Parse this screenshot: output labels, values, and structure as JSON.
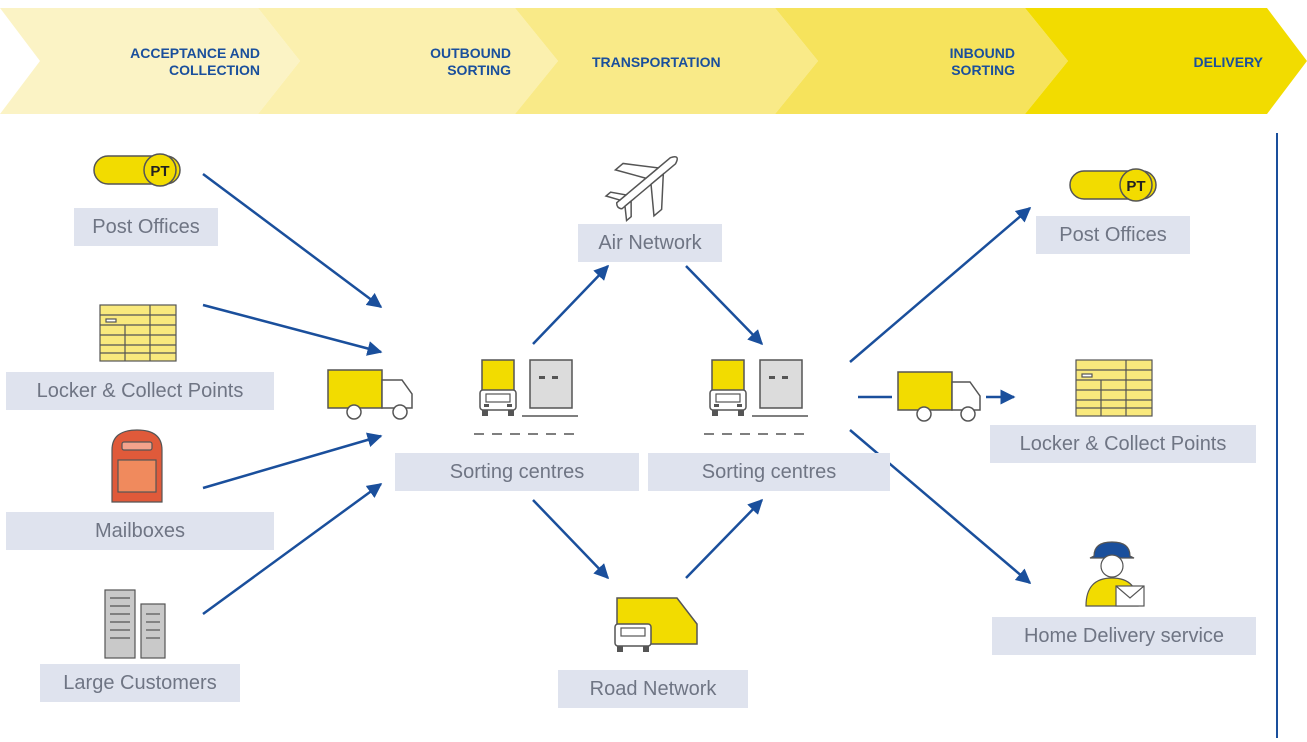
{
  "stages": [
    {
      "label": "ACCEPTANCE AND COLLECTION",
      "line1": "ACCEPTANCE AND",
      "line2": "COLLECTION",
      "color": "#fbf3c5"
    },
    {
      "label": "OUTBOUND SORTING",
      "line1": "OUTBOUND",
      "line2": "SORTING",
      "color": "#fbf0ae"
    },
    {
      "label": "TRANSPORTATION",
      "line1": "TRANSPORTATION",
      "line2": "",
      "color": "#f9ea88"
    },
    {
      "label": "INBOUND SORTING",
      "line1": "INBOUND",
      "line2": "SORTING",
      "color": "#f6e35c"
    },
    {
      "label": "DELIVERY",
      "line1": "DELIVERY",
      "line2": "",
      "color": "#f2dc00"
    }
  ],
  "sources": {
    "post_offices": "Post Offices",
    "lockers": "Locker & Collect Points",
    "mailboxes": "Mailboxes",
    "large_customers": "Large Customers"
  },
  "transport": {
    "sorting_centres_out": "Sorting centres",
    "air_network": "Air Network",
    "road_network": "Road Network",
    "sorting_centres_in": "Sorting centres"
  },
  "destinations": {
    "post_offices": "Post Offices",
    "lockers": "Locker & Collect Points",
    "home_delivery": "Home Delivery service"
  },
  "icons": {
    "post_office_badge": "PT"
  },
  "colors": {
    "accent_blue": "#1a4f9c",
    "yellow": "#f2dc00",
    "label_bg": "#dfe3ee",
    "label_text": "#6f7584",
    "mailbox_red": "#e05a3a"
  }
}
